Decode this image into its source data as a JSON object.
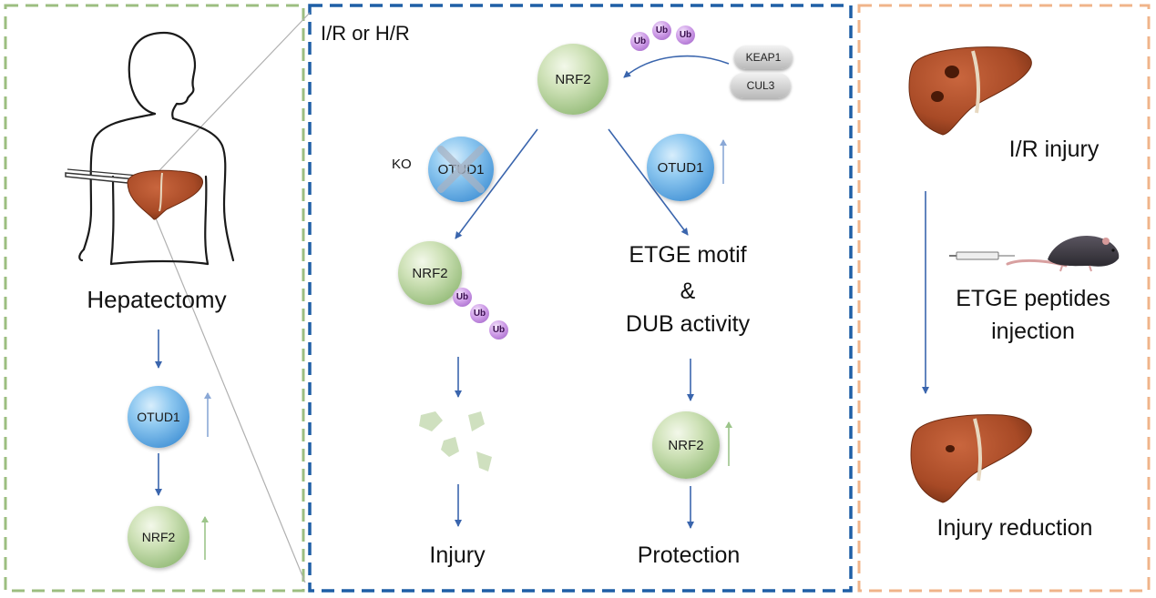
{
  "left_panel": {
    "procedure": "Hepatectomy",
    "otud1": "OTUD1",
    "nrf2": "NRF2"
  },
  "middle_panel": {
    "condition": "I/R or H/R",
    "nrf2_top": "NRF2",
    "ub": "Ub",
    "keap1": "KEAP1",
    "cul3": "CUL3",
    "ko_label": "KO",
    "otud1_ko": "OTUD1",
    "otud1_up": "OTUD1",
    "nrf2_ubiquitinated": "NRF2",
    "etge_line1": "ETGE motif",
    "etge_line2": "&",
    "etge_line3": "DUB activity",
    "nrf2_stable": "NRF2",
    "outcome_left": "Injury",
    "outcome_right": "Protection"
  },
  "right_panel": {
    "ir_injury": "I/R injury",
    "treatment_line1": "ETGE peptides",
    "treatment_line2": "injection",
    "result": "Injury reduction"
  },
  "colors": {
    "left_border": "#9cbe80",
    "middle_border": "#1f5fa6",
    "right_border": "#f0b48a",
    "arrow": "#3a65ad",
    "up_arrow_blue": "#8aa8d6",
    "up_arrow_green": "#9cc58a",
    "liver": "#b5532f"
  }
}
